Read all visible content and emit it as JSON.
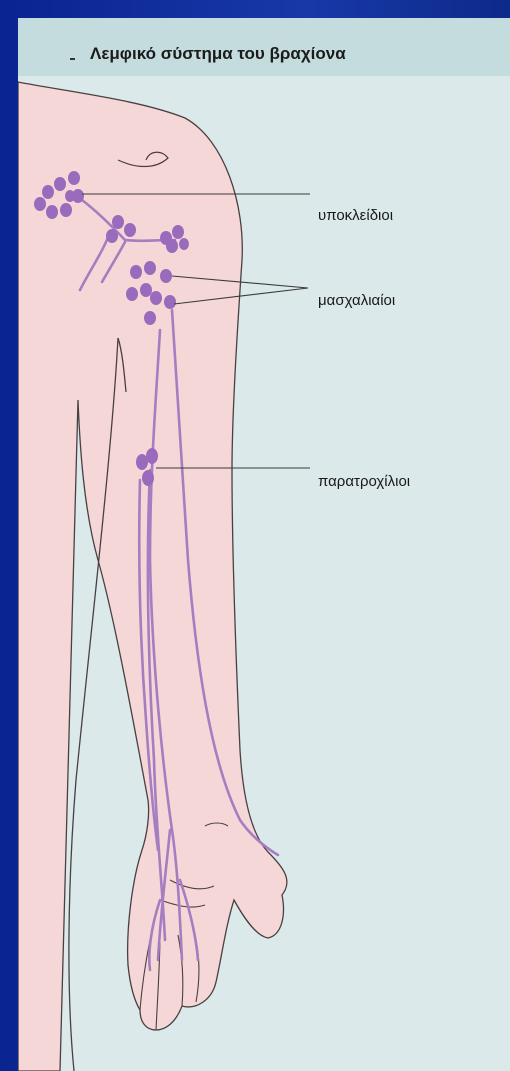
{
  "title": "Λεμφικό σύστημα του βραχίονα",
  "labels": {
    "subclavian": "υποκλείδιοι",
    "axillary": "μασχαλιαίοι",
    "epitrochlear": "παρατροχίλιοι"
  },
  "colors": {
    "frame": "#0d2a8a",
    "background": "#dbe9ea",
    "title_band": "#c5dcde",
    "skin": "#f5d7d7",
    "outline": "#4a4040",
    "lymph": "#a57ec2",
    "lymph_node": "#9a6bbd"
  }
}
